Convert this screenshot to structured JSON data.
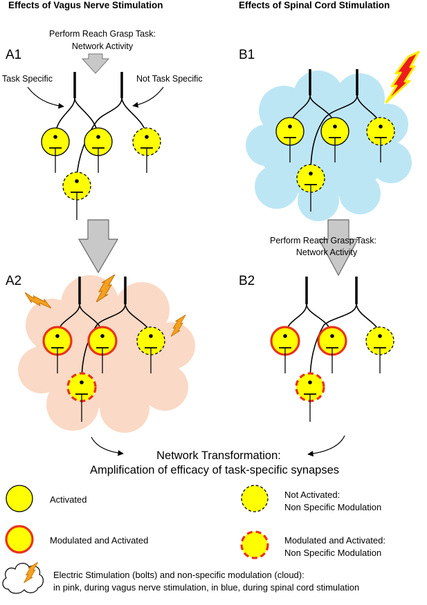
{
  "headers": {
    "left": "Effects of Vagus Nerve Stimulation",
    "right": "Effects of Spinal Cord Stimulation"
  },
  "panels": {
    "a1": "A1",
    "a2": "A2",
    "b1": "B1",
    "b2": "B2"
  },
  "labels": {
    "task_a_line1": "Perform Reach Grasp Task:",
    "task_a_line2": "Network Activity",
    "task_b_line1": "Perform Reach Grasp Task:",
    "task_b_line2": "Network Activity",
    "task_specific": "Task Specific",
    "not_task_specific": "Not Task Specific"
  },
  "transformation": {
    "line1": "Network Transformation:",
    "line2": "Amplification of efficacy of task-specific synapses"
  },
  "legend": {
    "activated": "Activated",
    "modulated_activated": "Modulated and Activated",
    "not_activated_line1": "Not Activated:",
    "not_activated_line2": "Non Specific Modulation",
    "mod_nonspecific_line1": "Modulated and Activated:",
    "mod_nonspecific_line2": "Non Specific Modulation",
    "electric_line1": "Electric Stimulation (bolts) and non-specific modulation (cloud):",
    "electric_line2": "in pink, during vagus nerve stimulation, in blue, during spinal cord stimulation"
  },
  "colors": {
    "neuron_fill": "#ffff00",
    "modulated_ring": "#e8341c",
    "pink_cloud": "#fad9c6",
    "blue_cloud": "#bde6f5",
    "bolt_orange": "#f4a020",
    "bolt_red": "#ee1c1c",
    "arrow_gray": "#c8c8c8"
  }
}
